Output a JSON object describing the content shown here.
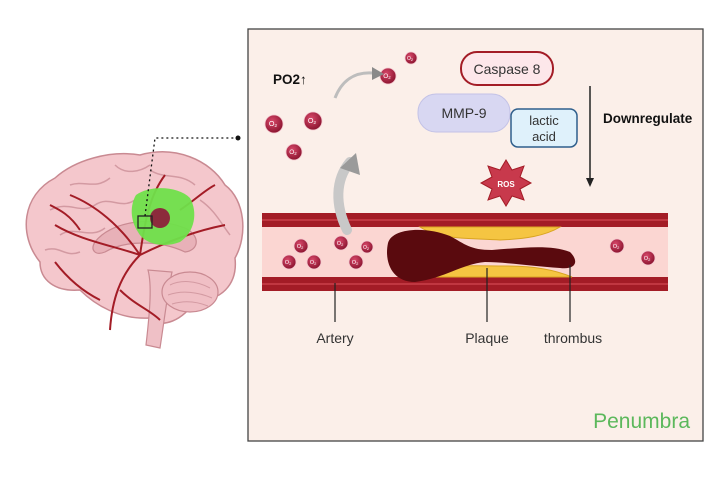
{
  "panel": {
    "region_label": "Penumbra",
    "region_color": "#5cb85c",
    "background": "#fbefe9"
  },
  "markers": {
    "po2": "PO2",
    "po2_arrow": "↑",
    "caspase": "Caspase 8",
    "mmp9": "MMP-9",
    "lactic": "lactic",
    "acid": "acid",
    "downregulate": "Downregulate",
    "ros": "ROS"
  },
  "oxygen": {
    "symbol": "O",
    "subscript": "2",
    "color": "#a8243e"
  },
  "vessel_labels": {
    "artery": "Artery",
    "plaque": "Plaque",
    "thrombus": "thrombus"
  },
  "colors": {
    "vessel_wall": "#a31c26",
    "vessel_lumen": "#fbd6d2",
    "plaque": "#f5c542",
    "thrombus": "#5a0a0e",
    "brain": "#f4c7cc",
    "brain_lesion": "#6fe04a"
  }
}
